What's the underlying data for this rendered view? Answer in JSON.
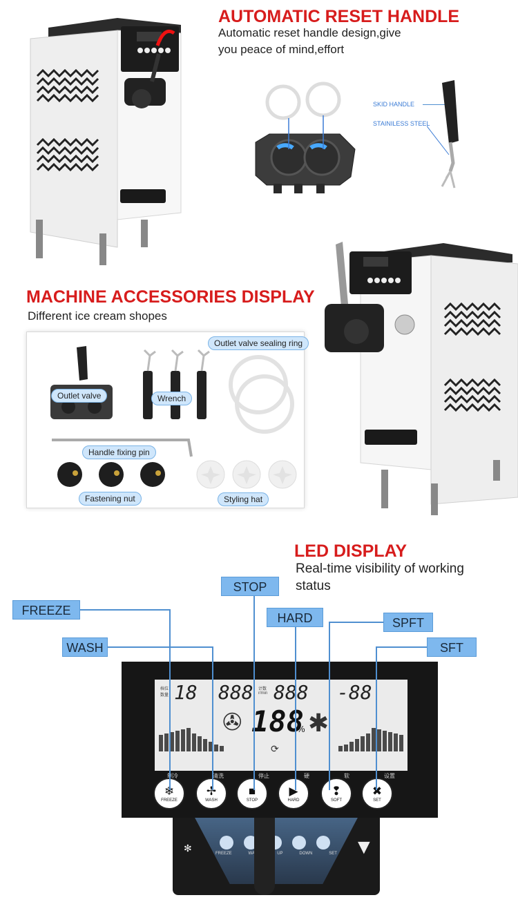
{
  "section1": {
    "title": "AUTOMATIC RESET HANDLE",
    "desc_line1": "Automatic reset handle design,give",
    "desc_line2": "you peace of mind,effort",
    "label_skid": "SKID HANDLE",
    "label_steel": "STAINILESS STEEL"
  },
  "section2": {
    "title": "MACHINE ACCESSORIES DISPLAY",
    "desc": "Different ice cream shopes",
    "tags": {
      "outlet_valve": "Outlet valve",
      "wrench": "Wrench",
      "sealing_ring": "Outlet valve sealing ring",
      "fixing_pin": "Handle fixing pin",
      "fastening_nut": "Fastening nut",
      "styling_hat": "Styling hat"
    }
  },
  "section3": {
    "title": "LED DISPLAY",
    "desc_line1": "Real-time visibility of working",
    "desc_line2": "status",
    "callouts": {
      "freeze": "FREEZE",
      "wash": "WASH",
      "stop": "STOP",
      "hard": "HARD",
      "spft": "SPFT",
      "sft": "SFT"
    },
    "lcd": {
      "digits_left": "18",
      "digits_mid1": "888",
      "digits_mid2": "888",
      "digits_right": "-88",
      "digits_center": "188",
      "percent": "%",
      "small_left_1": "档位",
      "small_left_2": "数量",
      "small_mid_1": "计数",
      "small_mid_2": "r/min"
    },
    "buttons": [
      {
        "top": "制冷",
        "sym": "❄",
        "lbl": "FREEZE"
      },
      {
        "top": "清洗",
        "sym": "✢",
        "lbl": "WASH"
      },
      {
        "top": "停止",
        "sym": "■",
        "lbl": "STOP"
      },
      {
        "top": "硬",
        "sym": "▶",
        "lbl": "HARD"
      },
      {
        "top": "软",
        "sym": "❢",
        "lbl": "SOFT"
      },
      {
        "top": "设置",
        "sym": "✖",
        "lbl": "SET"
      }
    ],
    "lower_panel": {
      "freeze": "FREEZE",
      "wash": "WASH",
      "up": "UP",
      "down": "DOWN",
      "set": "SET"
    }
  },
  "colors": {
    "title_red": "#d71c1c",
    "callout_blue": "#7eb8ee",
    "line_blue": "#4f8fd0",
    "tag_bg": "#cfe6fb"
  }
}
